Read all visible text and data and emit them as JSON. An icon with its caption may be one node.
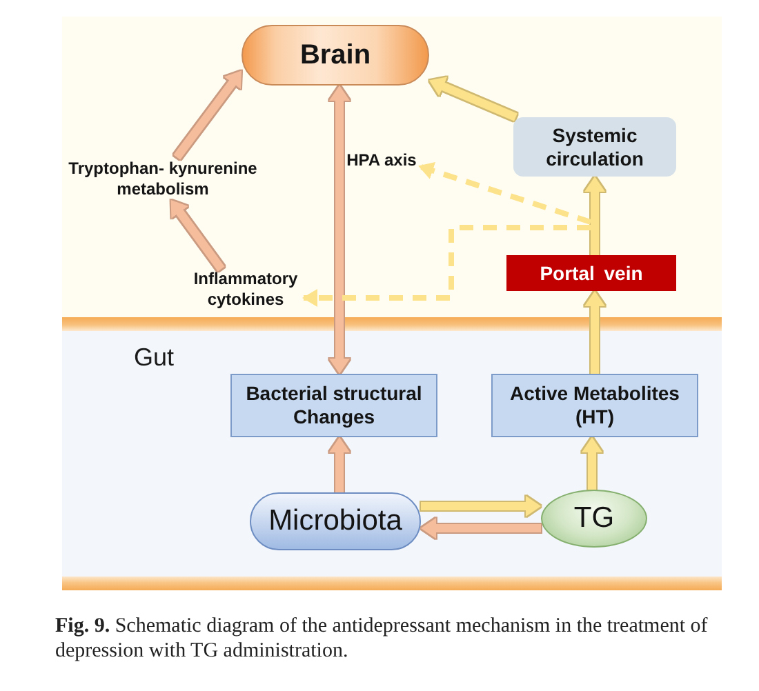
{
  "diagram": {
    "caption": "**Fig. 9.** Schematic diagram of the antidepressant mechanism in the treatment of depression with TG administration.",
    "nodes": [
      {
        "text": [
          "Brain"
        ]
      },
      {
        "text": [
          "Tryptophan- kynurenine metabolism"
        ]
      },
      {
        "text": [
          "HPA axis"
        ]
      },
      {
        "text": [
          "Systemic circulation"
        ]
      },
      {
        "text": [
          "Inflammatory cytokines"
        ]
      },
      {
        "text": [
          "Portal vein"
        ]
      },
      {
        "text": [
          "Gut"
        ]
      },
      {
        "text": [
          "Bacterial structural Changes"
        ],
        "in": 6
      },
      {
        "text": [
          "Active Metabolites (HT)"
        ],
        "in": 6
      },
      {
        "text": [
          "Microbiota"
        ],
        "in": 6
      },
      {
        "text": [
          "TG"
        ],
        "in": 6
      }
    ],
    "edges": [
      {
        "from": 1,
        "to": 0,
        "arrow": "to",
        "color": "#f6bd9c"
      },
      {
        "from": 4,
        "to": 1,
        "arrow": "to",
        "color": "#f6bd9c"
      },
      {
        "from": 0,
        "to": 7,
        "arrow": "both",
        "color": "#f6bd9c"
      },
      {
        "from": 3,
        "to": 0,
        "arrow": "to"
      },
      {
        "from": 5,
        "to": 3,
        "arrow": "to"
      },
      {
        "from": 8,
        "to": 5,
        "arrow": "to"
      },
      {
        "from": null,
        "to": 2,
        "arrow": "to",
        "style": "dashed"
      },
      {
        "from": null,
        "to": 4,
        "arrow": "to",
        "style": "dashed"
      },
      {
        "from": 9,
        "to": 10,
        "arrow": "to"
      },
      {
        "from": 10,
        "to": 9,
        "arrow": "to",
        "color": "#f6bd9c"
      },
      {
        "from": 9,
        "to": 7,
        "arrow": "to",
        "color": "#f6bd9c"
      },
      {
        "from": 10,
        "to": 8,
        "arrow": "to"
      }
    ]
  }
}
